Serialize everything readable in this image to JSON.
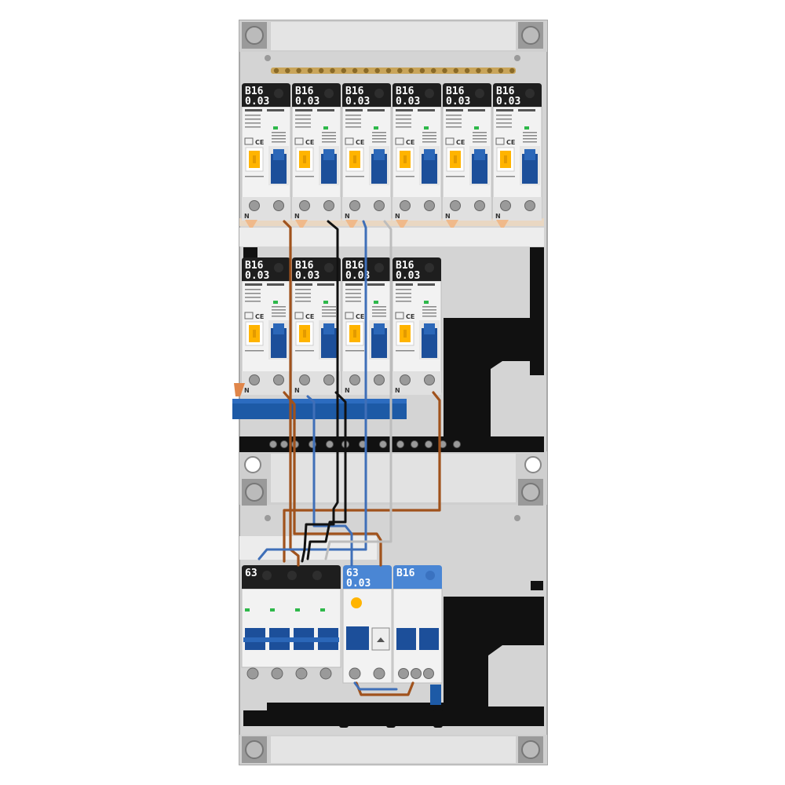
{
  "colors": {
    "background": "#ffffff",
    "enclosure": "#d4d4d4",
    "enclosure_edge": "#a8a8a8",
    "din_rail": "#111111",
    "device_body": "#f2f2f2",
    "device_label_black": "#1e1e1e",
    "device_label_blue": "#4a86d4",
    "lever_blue": "#1c4f9a",
    "toggle_orange": "#ffb400",
    "neutral_bar": "#1d5aa6",
    "busbar_brass": "#c9a55a",
    "wire_brown": "#a0521c",
    "wire_blue": "#3f6fb8",
    "wire_black": "#111111",
    "wire_grey": "#bdbdbd"
  },
  "rcbo_row1": {
    "devices": [
      {
        "rating": "B16",
        "sensitivity": "0.03"
      },
      {
        "rating": "B16",
        "sensitivity": "0.03"
      },
      {
        "rating": "B16",
        "sensitivity": "0.03"
      },
      {
        "rating": "B16",
        "sensitivity": "0.03"
      },
      {
        "rating": "B16",
        "sensitivity": "0.03"
      },
      {
        "rating": "B16",
        "sensitivity": "0.03"
      }
    ]
  },
  "rcbo_row2": {
    "devices": [
      {
        "rating": "B16",
        "sensitivity": "0.03"
      },
      {
        "rating": "B16",
        "sensitivity": "0.03"
      },
      {
        "rating": "B16",
        "sensitivity": "0.03"
      },
      {
        "rating": "B16",
        "sensitivity": "0.03"
      }
    ]
  },
  "bottom_row": {
    "main_switch": {
      "rating": "63"
    },
    "rcd": {
      "rating": "63",
      "sensitivity": "0.03"
    },
    "mcb": {
      "rating": "B16"
    }
  },
  "terminal_marks": {
    "neutral": "N"
  },
  "icons": [
    "mounting-screw-icon",
    "knockout-icon",
    "ce-mark-icon"
  ]
}
